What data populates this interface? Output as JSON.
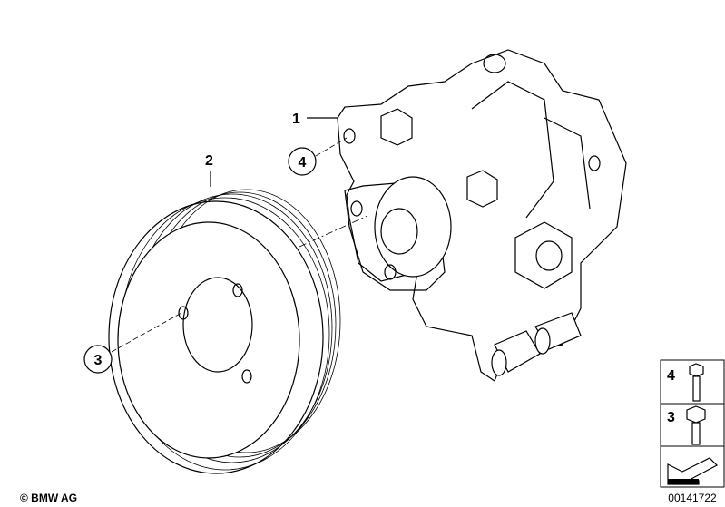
{
  "callouts": [
    {
      "number": "1",
      "part": "pump"
    },
    {
      "number": "2",
      "part": "pulley"
    },
    {
      "number": "3",
      "part": "pulley-bolt"
    },
    {
      "number": "4",
      "part": "pump-bolt"
    }
  ],
  "legend": {
    "items": [
      {
        "number": "4",
        "icon": "flange-bolt-icon"
      },
      {
        "number": "3",
        "icon": "hex-bolt-icon"
      }
    ],
    "direction_icon": "arrow-front-left-icon"
  },
  "diagram_id": "00141722",
  "copyright": "© BMW AG"
}
